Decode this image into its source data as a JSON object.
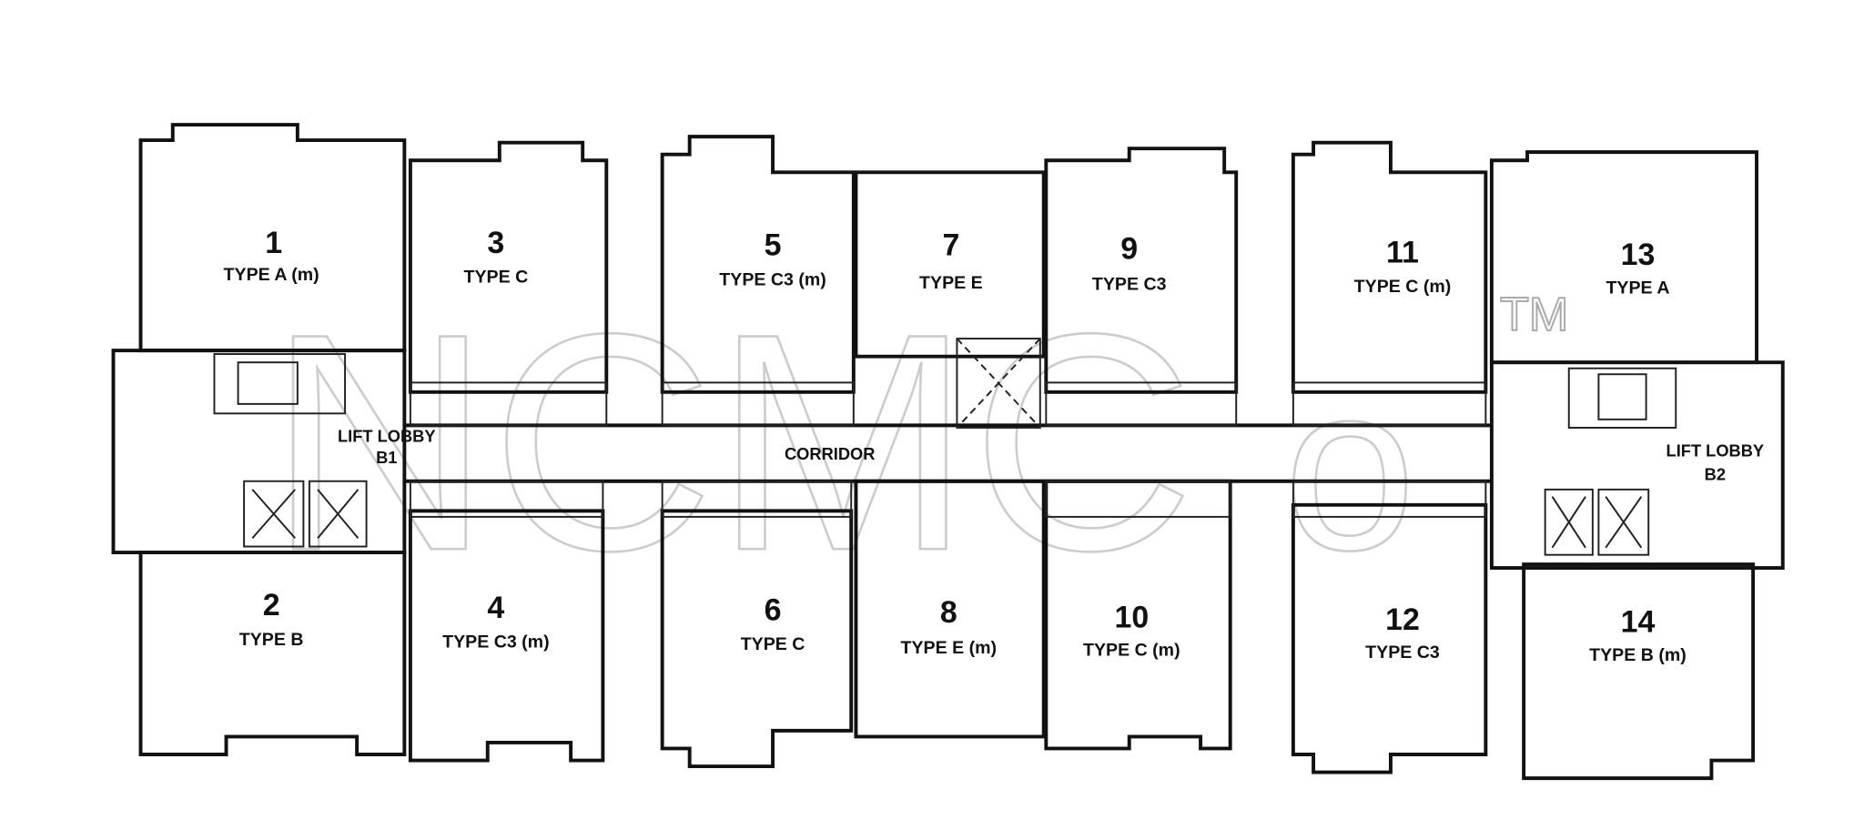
{
  "units": [
    {
      "number": "1",
      "type": "TYPE A (m)"
    },
    {
      "number": "3",
      "type": "TYPE C"
    },
    {
      "number": "5",
      "type": "TYPE C3 (m)"
    },
    {
      "number": "7",
      "type": "TYPE E"
    },
    {
      "number": "9",
      "type": "TYPE C3"
    },
    {
      "number": "11",
      "type": "TYPE C (m)"
    },
    {
      "number": "13",
      "type": "TYPE A"
    },
    {
      "number": "2",
      "type": "TYPE B"
    },
    {
      "number": "4",
      "type": "TYPE C3 (m)"
    },
    {
      "number": "6",
      "type": "TYPE C"
    },
    {
      "number": "8",
      "type": "TYPE E (m)"
    },
    {
      "number": "10",
      "type": "TYPE C (m)"
    },
    {
      "number": "12",
      "type": "TYPE C3"
    },
    {
      "number": "14",
      "type": "TYPE B (m)"
    }
  ],
  "lobby_b1": {
    "line1": "LIFT LOBBY",
    "line2": "B1"
  },
  "lobby_b2": {
    "line1": "LIFT LOBBY",
    "line2": "B2"
  },
  "corridor": "CORRIDOR",
  "watermark": {
    "text": "NCMCo",
    "tm": "TM"
  }
}
